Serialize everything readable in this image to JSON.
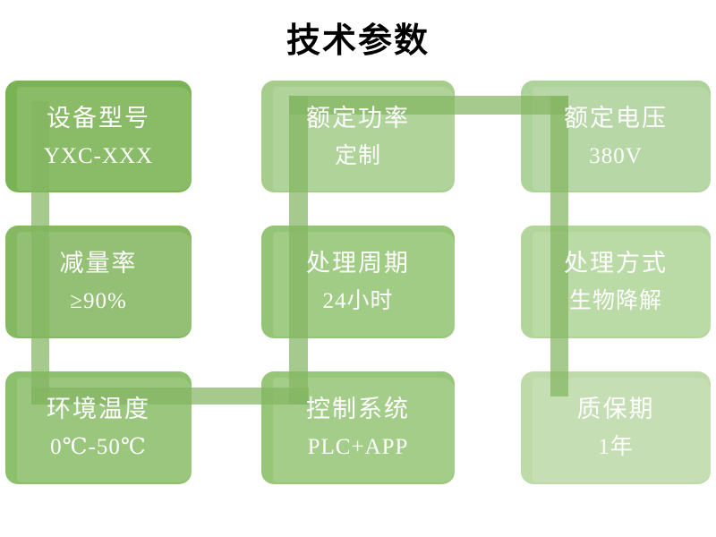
{
  "title": "技术参数",
  "connector": {
    "color": "rgba(131,181,97,0.72)"
  },
  "boxes": [
    {
      "label": "设备型号",
      "value": "YXC-XXX",
      "color": "#7ab354"
    },
    {
      "label": "额定功率",
      "value": "定制",
      "color": "#a6cd8c"
    },
    {
      "label": "额定电压",
      "value": "380V",
      "color": "#aed39a"
    },
    {
      "label": "减量率",
      "value": "≥90%",
      "color": "#86b862"
    },
    {
      "label": "处理周期",
      "value": "24小时",
      "color": "#94c576"
    },
    {
      "label": "处理方式",
      "value": "生物降解",
      "color": "#b1d59a"
    },
    {
      "label": "环境温度",
      "value": "0℃-50℃",
      "color": "#8dc06c"
    },
    {
      "label": "控制系统",
      "value": "PLC+APP",
      "color": "#97c678"
    },
    {
      "label": "质保期",
      "value": "1年",
      "color": "#bfdaa9"
    }
  ]
}
